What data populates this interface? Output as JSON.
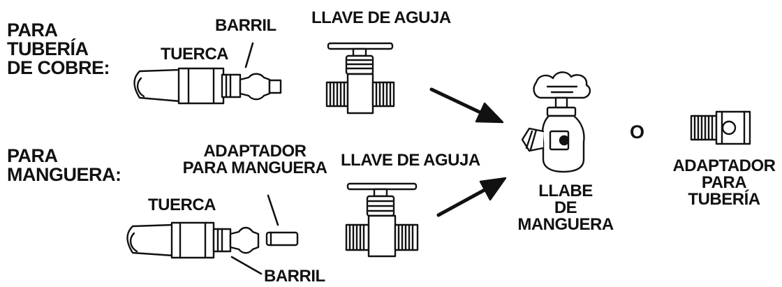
{
  "copper_section": {
    "heading": "PARA\nTUBERÍA\nDE COBRE:",
    "nut_label": "TUERCA",
    "barrel_label": "BARRIL",
    "valve_label": "LLAVE DE AGUJA"
  },
  "hose_section": {
    "heading": "PARA\nMANGUERA:",
    "nut_label": "TUERCA",
    "adapter_label": "ADAPTADOR\nPARA MANGUERA",
    "valve_label": "LLAVE DE AGUJA",
    "barrel_label": "BARRIL"
  },
  "targets": {
    "hose_bib_label": "LLABE\nDE\nMANGUERA",
    "or_label": "O",
    "pipe_adapter_label": "ADAPTADOR\nPARA\nTUBERÍA"
  },
  "colors": {
    "ink": "#111111",
    "fill": "#ffffff"
  }
}
